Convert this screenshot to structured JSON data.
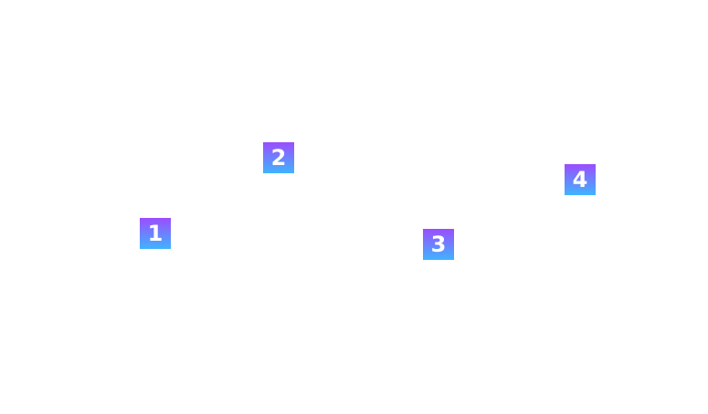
{
  "theme": {
    "background": "#ffffff",
    "badge_gradient_top": "#9b4dff",
    "badge_gradient_bottom": "#3fb4ff",
    "badge_text_color": "#ffffff"
  },
  "markers": [
    {
      "label": "1"
    },
    {
      "label": "2"
    },
    {
      "label": "3"
    },
    {
      "label": "4"
    }
  ]
}
